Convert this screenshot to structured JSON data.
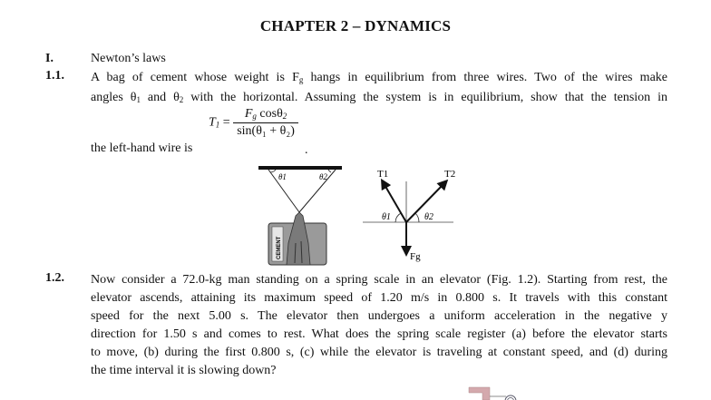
{
  "chapter_title": "CHAPTER 2 – DYNAMICS",
  "section": {
    "number": "I.",
    "title": "Newton’s laws"
  },
  "problems": [
    {
      "number": "1.1.",
      "lines": [
        "A bag of cement whose weight is F_g hangs in equilibrium from three wires. Two of the wires make",
        "angles θ1 and θ2 with the horizontal. Assuming the system is in equilibrium, show that the tension in"
      ],
      "line1_parts": [
        "A bag of cement whose weight is F",
        "g",
        " hangs in equilibrium from three wires. Two of the wires make"
      ],
      "line2_parts": [
        "angles θ",
        "1",
        " and θ",
        "2",
        " with the horizontal. Assuming the system is in equilibrium, show that the tension in"
      ],
      "lead_in": "the left-hand wire is",
      "formula": {
        "lhs": "T",
        "lhs_sub": "1",
        "numerator": "F",
        "numerator_sub": "g",
        "numerator_rest": " cosθ",
        "numerator_rest_sub": "2",
        "denominator": "sin(θ₁ + θ₂)",
        "trailing": "."
      },
      "figure": {
        "left_label_theta1": "θ1",
        "left_label_theta2": "θ2",
        "bag_label": "CEMENT",
        "vector_T1": "T1",
        "vector_T2": "T2",
        "vector_Fg": "Fg",
        "angle1": "θ1",
        "angle2": "θ2"
      }
    },
    {
      "number": "1.2.",
      "lines": [
        "Now consider a 72.0-kg man standing on a spring scale in an elevator (Fig. 1.2). Starting from rest, the",
        "elevator ascends, attaining its maximum speed of 1.20 m/s in 0.800 s. It travels with this constant",
        "speed for the next 5.00 s. The elevator then undergoes a uniform acceleration in the negative y",
        "direction for 1.50 s and comes to rest. What does the spring scale register (a) before the elevator starts",
        "to move, (b) during the first 0.800 s, (c) while the elevator is traveling at constant speed, and (d) during",
        "the time interval it is slowing down?"
      ]
    }
  ]
}
